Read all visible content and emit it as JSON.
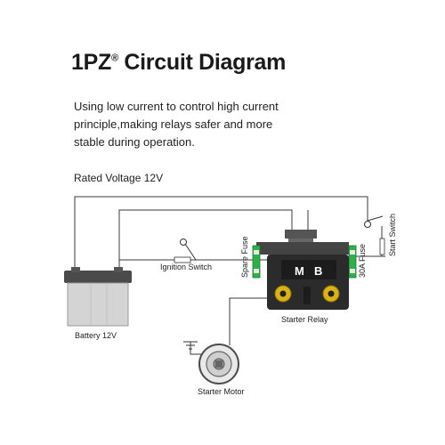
{
  "header": {
    "title_main": "1PZ",
    "title_reg": "®",
    "title_rest": " Circuit Diagram",
    "desc_lines": [
      "Using low current to control high current",
      "principle,making relays safer and more",
      "stable during operation."
    ],
    "rated_voltage": "Rated Voltage 12V"
  },
  "labels": {
    "ignition_switch": "Ignition Switch",
    "spare_fuse": "Spare Fuse",
    "fuse_30a": "30A Fuse",
    "start_switch": "Start Switch",
    "battery": "Battery  12V",
    "starter_relay": "Starter Relay",
    "starter_motor": "Starter Motor",
    "relay_m": "M",
    "relay_b": "B"
  },
  "colors": {
    "wire": "#3a3a3a",
    "fuse_green": "#2fae4a",
    "relay_body": "#2b2b2b",
    "terminal_gold": "#d9b21a",
    "battery_grey": "#d4d4d4"
  }
}
